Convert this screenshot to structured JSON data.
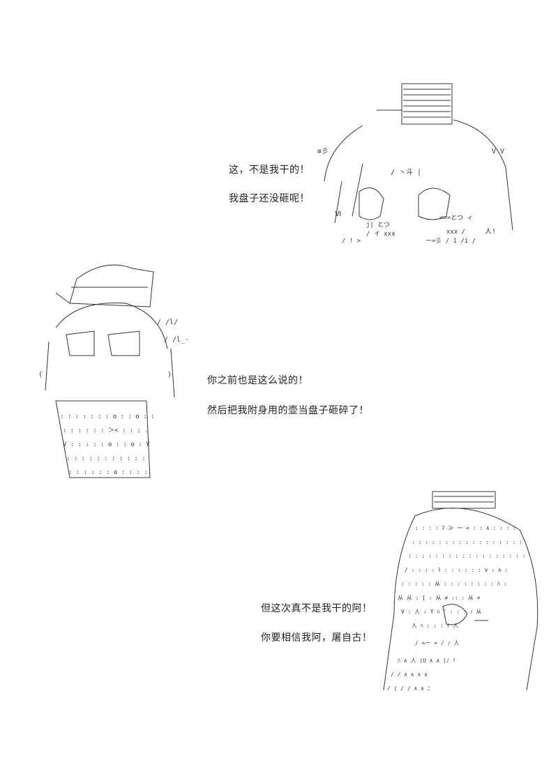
{
  "panels": [
    {
      "lines": [
        "这，不是我干的！",
        "我盘子还没砸呢！"
      ]
    },
    {
      "lines": [
        "你之前也是这么说的！",
        "然后把我附身用的壶当盘子砸碎了！"
      ]
    },
    {
      "lines": [
        "但这次真不是我干的阿！",
        "你要相信我阿，屠自古！"
      ]
    }
  ]
}
